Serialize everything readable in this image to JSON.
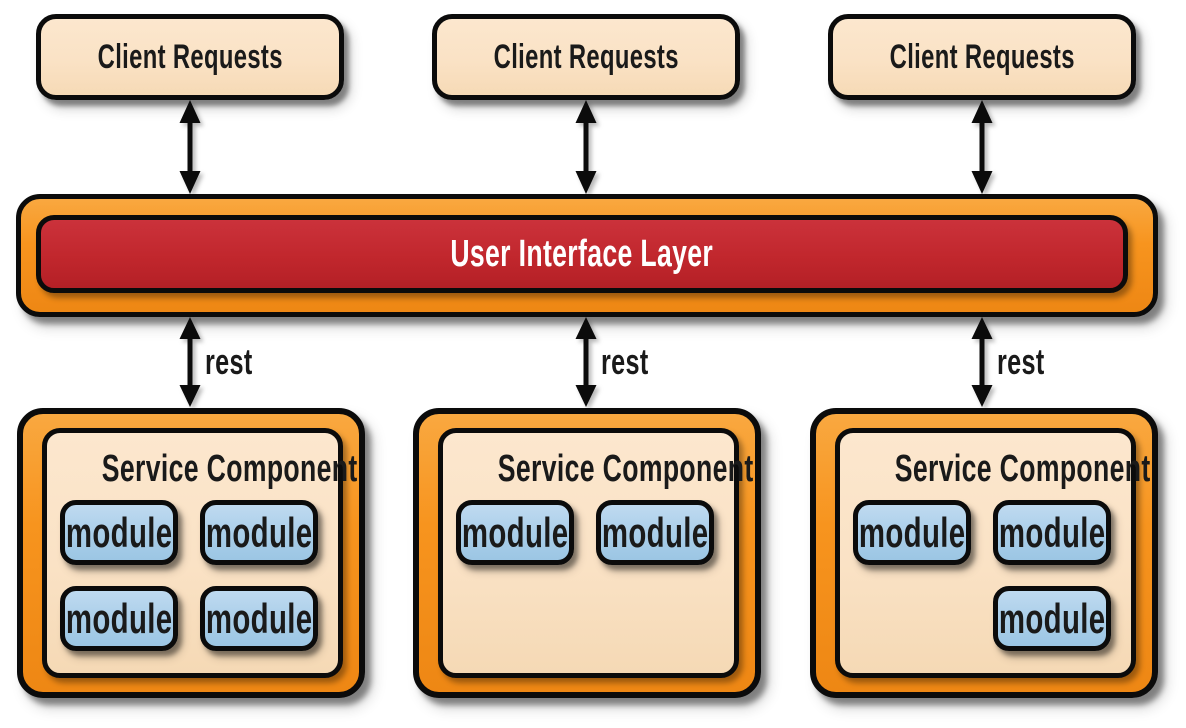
{
  "clients": [
    {
      "label": "Client Requests"
    },
    {
      "label": "Client Requests"
    },
    {
      "label": "Client Requests"
    }
  ],
  "ui_layer": {
    "label": "User Interface Layer"
  },
  "rest_links": [
    {
      "label": "rest"
    },
    {
      "label": "rest"
    },
    {
      "label": "rest"
    }
  ],
  "services": [
    {
      "title": "Service Component",
      "modules": [
        {
          "label": "module",
          "row": 1,
          "col": 1
        },
        {
          "label": "module",
          "row": 1,
          "col": 2
        },
        {
          "label": "module",
          "row": 2,
          "col": 1
        },
        {
          "label": "module",
          "row": 2,
          "col": 2
        }
      ]
    },
    {
      "title": "Service Component",
      "modules": [
        {
          "label": "module",
          "row": 1,
          "col": 1
        },
        {
          "label": "module",
          "row": 1,
          "col": 2
        }
      ]
    },
    {
      "title": "Service Component",
      "modules": [
        {
          "label": "module",
          "row": 1,
          "col": 1
        },
        {
          "label": "module",
          "row": 1,
          "col": 2
        },
        {
          "label": "module",
          "row": 2,
          "col": 2
        }
      ]
    }
  ],
  "colors": {
    "orange": "#F7941E",
    "red": "#C1272D",
    "tan": "#FAE2C5",
    "blue": "#A9CEE9",
    "border": "#0b0b0b",
    "text": "#1a1a1a",
    "bg": "#ffffff"
  }
}
